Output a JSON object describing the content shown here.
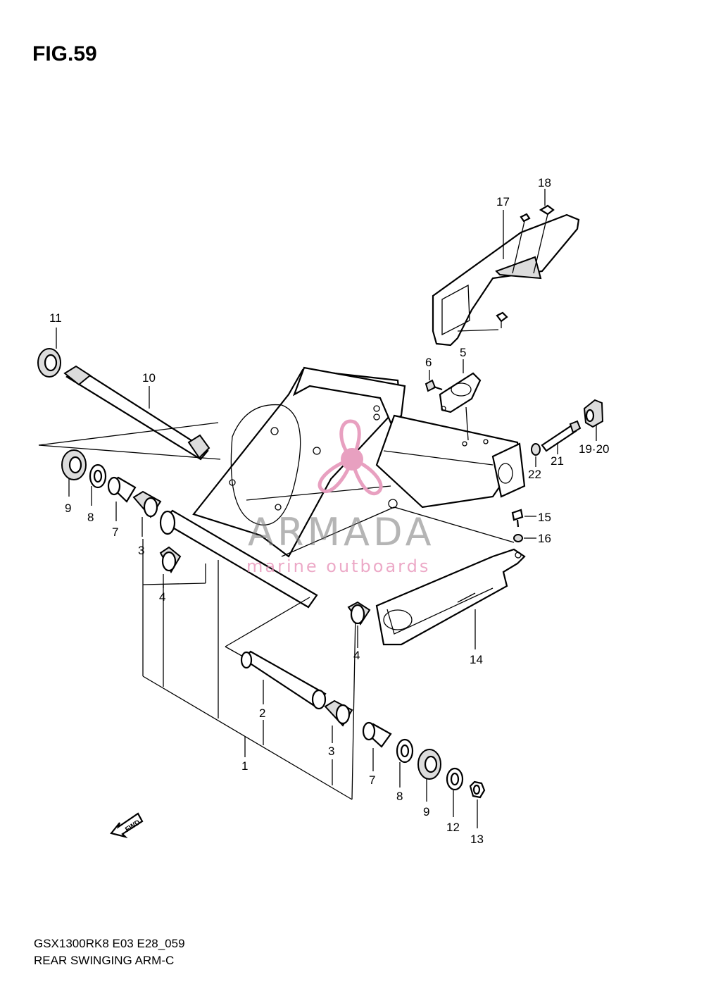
{
  "figure_title": "FIG.59",
  "footer": {
    "model_code": "GSX1300RK8 E03 E28_059",
    "section_name": "REAR SWINGING ARM-C"
  },
  "direction_marker": {
    "label": "FWD",
    "icon": "forward-arrow-icon"
  },
  "watermark": {
    "brand": "ARMADA",
    "tagline": "marine outboards",
    "logo_icon": "propeller-icon",
    "colors": {
      "logo": "#e8a0c0",
      "brand_text": "#7a7a7a"
    }
  },
  "callouts": [
    {
      "id": "c11",
      "label": "11"
    },
    {
      "id": "c10",
      "label": "10"
    },
    {
      "id": "c9a",
      "label": "9"
    },
    {
      "id": "c8a",
      "label": "8"
    },
    {
      "id": "c7a",
      "label": "7"
    },
    {
      "id": "c3a",
      "label": "3"
    },
    {
      "id": "c4a",
      "label": "4"
    },
    {
      "id": "c4b",
      "label": "4"
    },
    {
      "id": "c2",
      "label": "2"
    },
    {
      "id": "c3b",
      "label": "3"
    },
    {
      "id": "c1",
      "label": "1"
    },
    {
      "id": "c7b",
      "label": "7"
    },
    {
      "id": "c8b",
      "label": "8"
    },
    {
      "id": "c9b",
      "label": "9"
    },
    {
      "id": "c12",
      "label": "12"
    },
    {
      "id": "c13",
      "label": "13"
    },
    {
      "id": "c14",
      "label": "14"
    },
    {
      "id": "c15",
      "label": "15"
    },
    {
      "id": "c16",
      "label": "16"
    },
    {
      "id": "c21",
      "label": "21"
    },
    {
      "id": "c22",
      "label": "22"
    },
    {
      "id": "c1920",
      "label": "19·20"
    },
    {
      "id": "c6",
      "label": "6"
    },
    {
      "id": "c5",
      "label": "5"
    },
    {
      "id": "c17",
      "label": "17"
    },
    {
      "id": "c18",
      "label": "18"
    }
  ]
}
